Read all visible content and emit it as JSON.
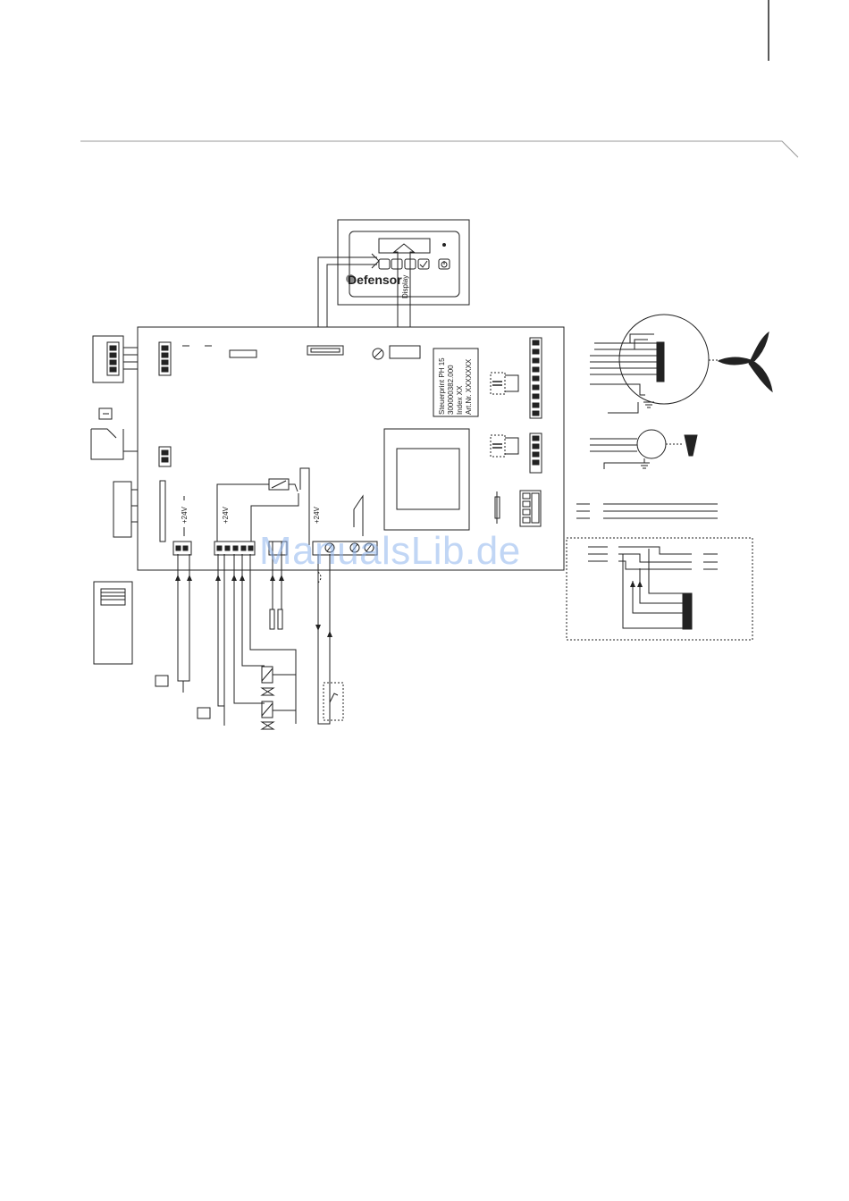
{
  "panel": {
    "brand": "Defensor",
    "display_label": "Display"
  },
  "board": {
    "label_lines": [
      "Steuerprint PH 15",
      "300000382.000",
      "Index XX",
      "Art.Nr. XXXXXXX"
    ],
    "voltage_label": "+24V"
  },
  "watermark": "ManualsLib.de",
  "colors": {
    "line": "#222222",
    "watermark": "#8fb6ee"
  }
}
